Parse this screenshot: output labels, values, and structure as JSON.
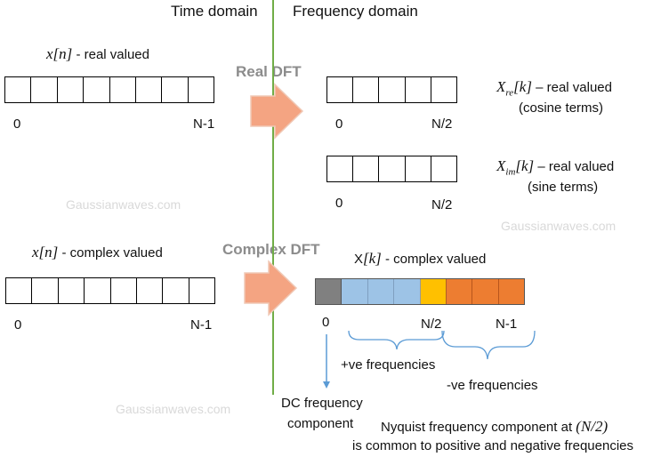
{
  "headers": {
    "time_domain": "Time domain",
    "frequency_domain": "Frequency domain"
  },
  "watermark": "Gaussianwaves.com",
  "real_section": {
    "input_label_math": "x[n]",
    "input_label_text": " - real valued",
    "input_start": "0",
    "input_end": "N-1",
    "transform_label": "Real DFT",
    "re_label_base": "X",
    "re_label_sub": "re",
    "re_label_arg": "[k]",
    "re_label_text": " – real valued",
    "re_desc": "(cosine terms)",
    "re_start": "0",
    "re_end": "N/2",
    "im_label_base": "X",
    "im_label_sub": "im",
    "im_label_arg": "[k]",
    "im_label_text": " – real valued",
    "im_desc": "(sine terms)",
    "im_start": "0",
    "im_end": "N/2"
  },
  "complex_section": {
    "input_label_math": "x[n]",
    "input_label_text": " - complex valued",
    "input_start": "0",
    "input_end": "N-1",
    "transform_label": "Complex DFT",
    "output_label_prefix": "X",
    "output_label_arg": "[k]",
    "output_label_text": " - complex valued",
    "output_start": "0",
    "output_mid": "N/2",
    "output_end": "N-1",
    "pos_freq": "+ve frequencies",
    "neg_freq": "-ve frequencies",
    "dc_line1": "DC frequency",
    "dc_line2": "component",
    "nyquist_line1_prefix": "Nyquist frequency component  at ",
    "nyquist_line1_math": "(N/2)",
    "nyquist_line2": "is common to positive and negative frequencies"
  },
  "colors": {
    "divider": "#70ad47",
    "arrow_fill": "#f4a482",
    "arrow_stroke": "#f0c8b5",
    "dc_cell": "#808080",
    "pos_cells": "#9dc3e6",
    "nyquist_cell": "#ffc000",
    "neg_cells": "#ed7d31",
    "brace": "#5b9bd5"
  }
}
